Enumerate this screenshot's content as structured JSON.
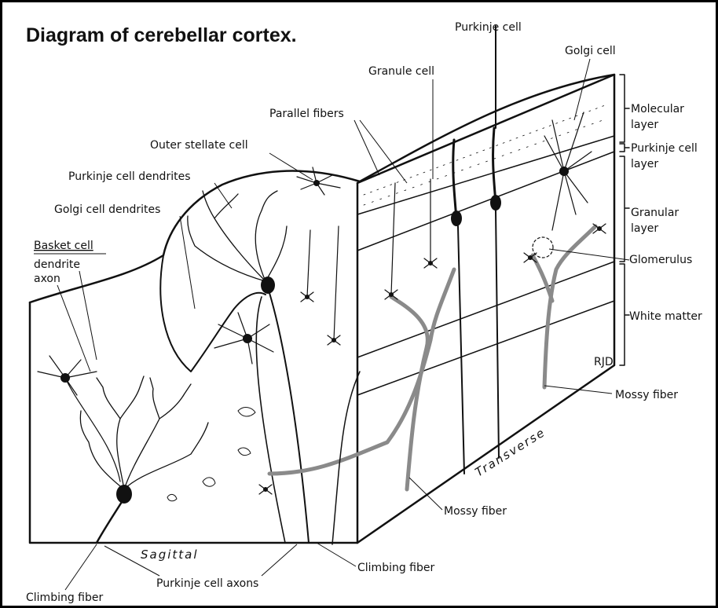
{
  "title": "Diagram of cerebellar cortex.",
  "labels": {
    "purkinje_cell": "Purkinje cell",
    "golgi_cell": "Golgi cell",
    "granule_cell": "Granule cell",
    "parallel_fibers": "Parallel fibers",
    "outer_stellate_cell": "Outer stellate cell",
    "purkinje_cell_dendrites": "Purkinje cell dendrites",
    "golgi_cell_dendrites": "Golgi cell dendrites",
    "basket_cell": "Basket cell",
    "dendrite": "dendrite",
    "axon": "axon",
    "molecular_layer_1": "Molecular",
    "molecular_layer_2": "layer",
    "purkinje_layer_1": "Purkinje cell",
    "purkinje_layer_2": "layer",
    "granular_layer_1": "Granular",
    "granular_layer_2": "layer",
    "glomerulus": "Glomerulus",
    "white_matter": "White matter",
    "mossy_fiber_right": "Mossy fiber",
    "mossy_fiber_bottom": "Mossy fiber",
    "transverse": "Transverse",
    "sagittal": "Sagittal",
    "climbing_fiber_right": "Climbing fiber",
    "purkinje_cell_axons": "Purkinje cell axons",
    "climbing_fiber_left": "Climbing fiber",
    "signature": "RJD"
  }
}
